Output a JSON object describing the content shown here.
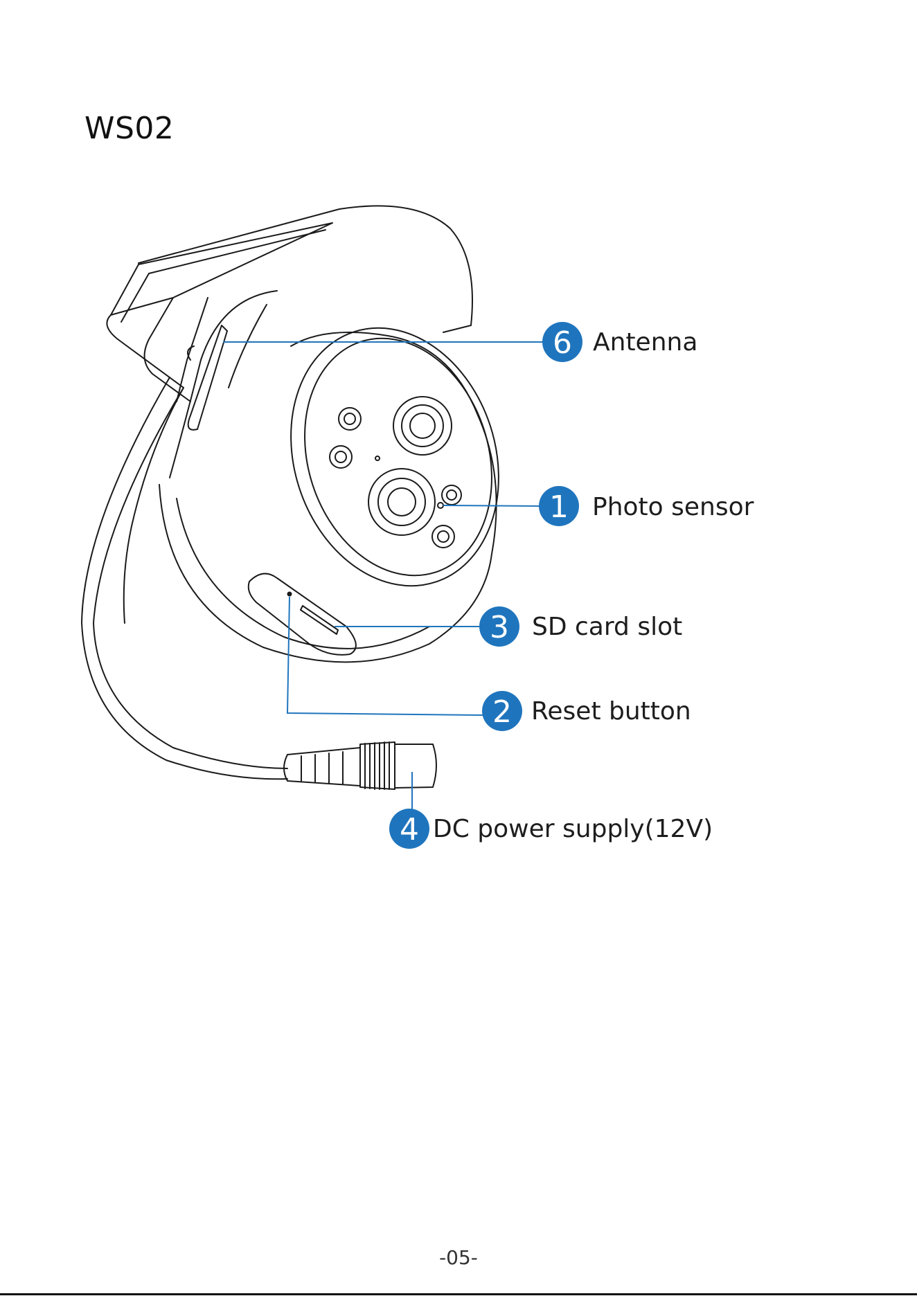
{
  "page": {
    "title": "WS02",
    "page_number": "-05-"
  },
  "accent_color": "#1f75bd",
  "callouts": [
    {
      "num": "6",
      "label": "Antenna"
    },
    {
      "num": "1",
      "label": "Photo sensor"
    },
    {
      "num": "3",
      "label": "SD card slot"
    },
    {
      "num": "2",
      "label": "Reset button"
    },
    {
      "num": "4",
      "label": "DC power supply(12V)"
    }
  ]
}
